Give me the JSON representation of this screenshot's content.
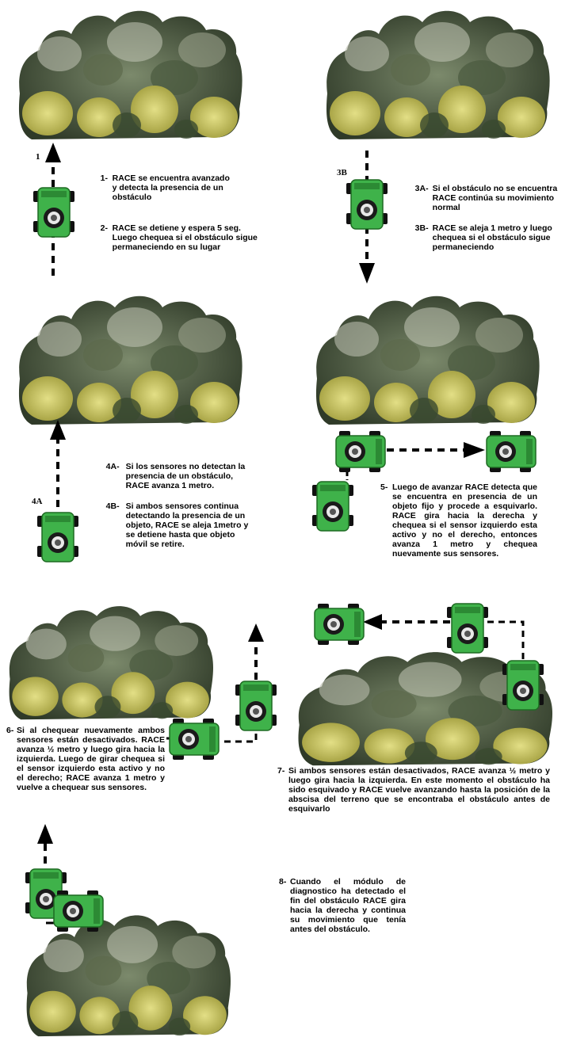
{
  "colors": {
    "mower_body": "#3fb24a",
    "mower_dark": "#1f6b23",
    "bush_dark": "#3c4a33",
    "bush_light": "#c9c55d",
    "arrow": "#000000"
  },
  "labels": {
    "l1": "1",
    "l3b": "3B",
    "l4a": "4A"
  },
  "steps": {
    "s1": {
      "num": "1-",
      "text": "RACE se encuentra avanzado\ny detecta la presencia de un\nobstáculo"
    },
    "s2": {
      "num": "2-",
      "text": "RACE se detiene y espera 5 seg.\nLuego chequea si el obstáculo sigue\npermaneciendo en su lugar"
    },
    "s3a": {
      "num": "3A-",
      "text": "Si el obstáculo no se encuentra\nRACE continúa su movimiento\nnormal"
    },
    "s3b": {
      "num": "3B-",
      "text": "RACE se aleja 1 metro y luego\nchequea si el obstáculo sigue\npermaneciendo"
    },
    "s4a": {
      "num": "4A-",
      "text": "Si los sensores no detectan la\npresencia de un obstáculo,\nRACE avanza 1 metro."
    },
    "s4b": {
      "num": "4B-",
      "text": "Si ambos sensores continua\ndetectando la presencia de un\nobjeto, RACE se aleja 1metro y\nse detiene hasta que objeto\nmóvil se retire."
    },
    "s5": {
      "num": "5-",
      "text": "Luego de avanzar RACE detecta que se encuentra en presencia de un objeto fijo y procede a esquivarlo. RACE gira hacia la derecha y chequea si el sensor izquierdo esta activo y   no el derecho, entonces avanza 1 metro y chequea nuevamente sus sensores."
    },
    "s6": {
      "num": "6-",
      "text": "Si al chequear nuevamente ambos sensores están desactivados. RACE avanza ½ metro y luego gira hacia la izquierda.  Luego de girar chequea si el sensor izquierdo esta activo y no el derecho; RACE avanza 1 metro y vuelve a chequear sus sensores."
    },
    "s7": {
      "num": "7-",
      "text": "Si ambos sensores están desactivados, RACE avanza ½ metro y luego gira hacia la izquierda. En este momento el obstáculo ha sido esquivado y RACE vuelve avanzando hasta la posición de la abscisa del terreno que se encontraba el obstáculo antes de esquivarlo"
    },
    "s8": {
      "num": "8-",
      "text": "Cuando el módulo de diagnostico ha detectado el fin del obstáculo RACE gira hacia la derecha y continua su movimiento que tenía antes del obstáculo."
    }
  }
}
